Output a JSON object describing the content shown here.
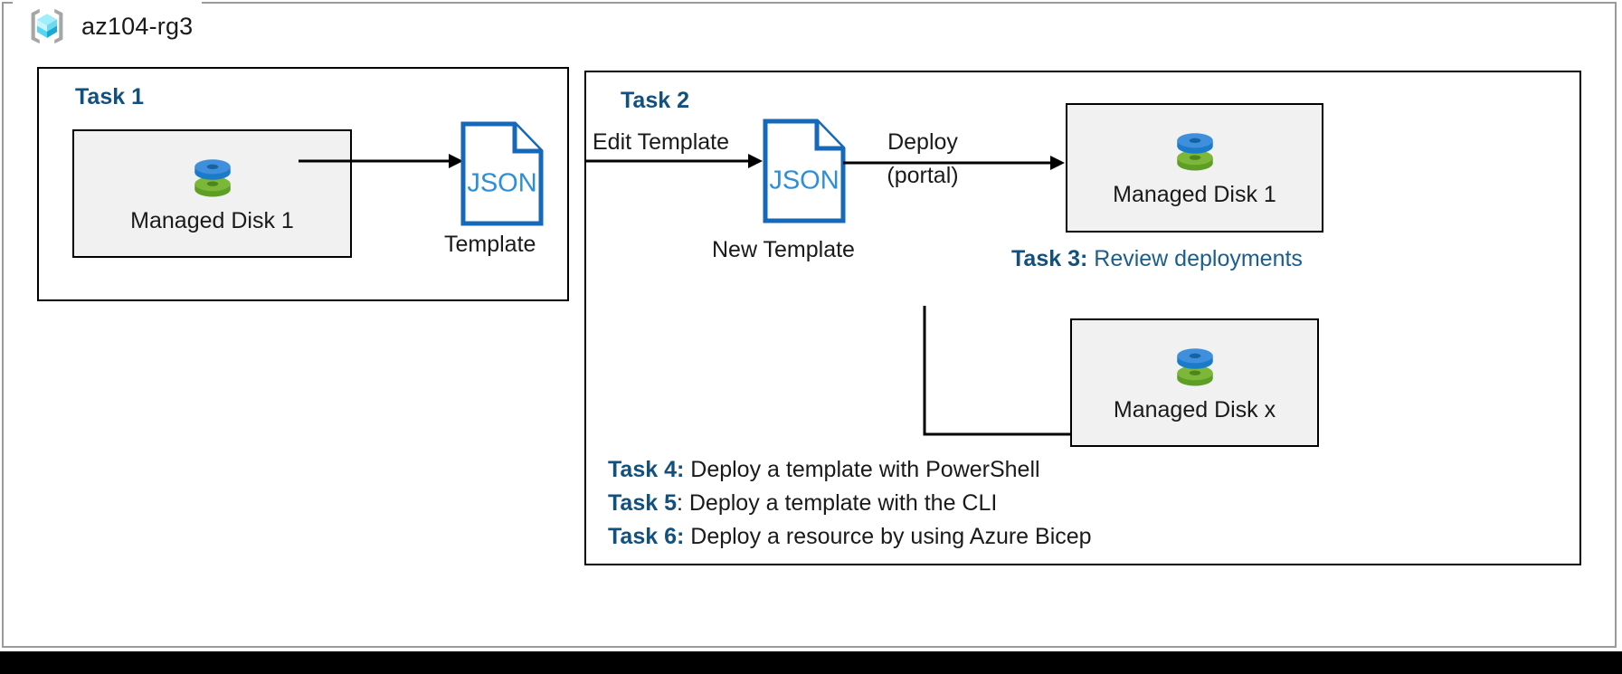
{
  "resource_group": {
    "name": "az104-rg3",
    "icon": "resource-group-cube-icon"
  },
  "task1": {
    "title": "Task 1",
    "resource": {
      "label": "Managed Disk 1",
      "icon": "managed-disk-icon"
    },
    "output_doc": {
      "icon_text": "JSON",
      "caption": "Template"
    },
    "arrow_label": ""
  },
  "task2": {
    "title": "Task 2",
    "edit_arrow_label": "Edit Template",
    "new_doc": {
      "icon_text": "JSON",
      "caption": "New Template"
    },
    "deploy_arrow_label_line1": "Deploy",
    "deploy_arrow_label_line2": "(portal)",
    "deployed_disk_1": {
      "label": "Managed Disk 1",
      "icon": "managed-disk-icon"
    },
    "deployed_disk_x": {
      "label": "Managed Disk x",
      "icon": "managed-disk-icon"
    }
  },
  "notes": {
    "task3": {
      "tag": "Task 3:",
      "text": " Review deployments"
    },
    "task4": {
      "tag": "Task 4:",
      "text": " Deploy a template with PowerShell"
    },
    "task5": {
      "tag": "Task 5",
      "text": ": Deploy a template with the CLI"
    },
    "task6": {
      "tag": "Task 6:",
      "text": " Deploy a resource by using Azure Bicep"
    }
  },
  "colors": {
    "task_heading_blue": "#12507e",
    "note_blue": "#1b5e8e",
    "json_outline_blue": "#1668b8",
    "json_text_blue": "#2b8fd9",
    "disk_blue": "#3f8fdc",
    "disk_green": "#7cb73a",
    "resource_box_fill": "#f1f1f1",
    "outer_frame_gray": "#9a9a9a",
    "rg_cube_cyan": "#5ddcf4"
  }
}
